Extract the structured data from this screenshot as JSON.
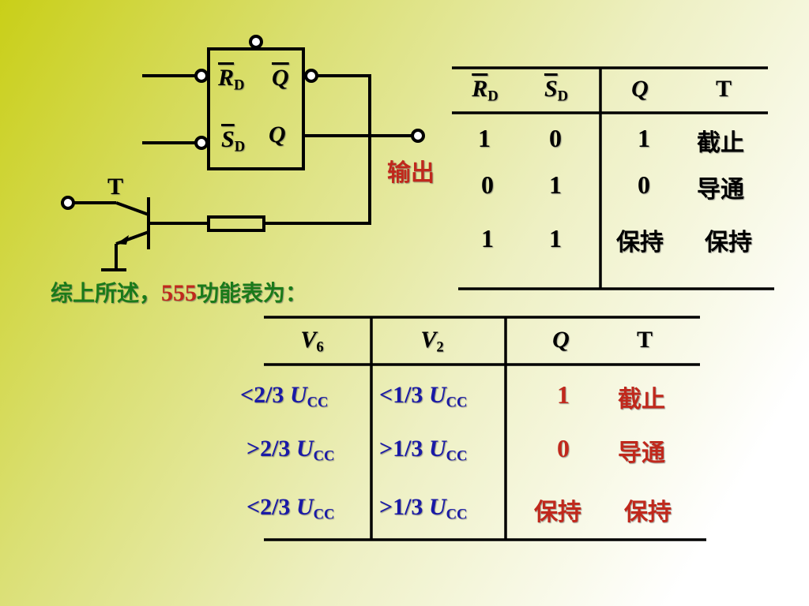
{
  "circuit": {
    "ff_inputs": {
      "rd": {
        "letter": "R",
        "sub": "D"
      },
      "sd": {
        "letter": "S",
        "sub": "D"
      }
    },
    "ff_outputs": {
      "q_bar": "Q",
      "q": "Q"
    },
    "transistor_label": "T",
    "output_label": "输出"
  },
  "table1": {
    "headers": {
      "rd": {
        "letter": "R",
        "sub": "D"
      },
      "sd": {
        "letter": "S",
        "sub": "D"
      },
      "q": "Q",
      "t": "T"
    },
    "rows": [
      {
        "rd": "1",
        "sd": "0",
        "q": "1",
        "t": "截止"
      },
      {
        "rd": "0",
        "sd": "1",
        "q": "0",
        "t": "导通"
      },
      {
        "rd": "1",
        "sd": "1",
        "q": "保持",
        "t": "保持"
      }
    ]
  },
  "summary": {
    "prefix": "综上所述，",
    "number": "555",
    "suffix": "功能表为："
  },
  "table2": {
    "headers": {
      "v6": {
        "letter": "V",
        "sub": "6"
      },
      "v2": {
        "letter": "V",
        "sub": "2"
      },
      "q": "Q",
      "t": "T"
    },
    "rows": [
      {
        "v6_prefix": "<2/3 ",
        "v2_prefix": "<1/3 ",
        "q": "1",
        "t": "截止"
      },
      {
        "v6_prefix": ">2/3 ",
        "v2_prefix": ">1/3 ",
        "q": "0",
        "t": "导通"
      },
      {
        "v6_prefix": "<2/3 ",
        "v2_prefix": ">1/3 ",
        "q": "保持",
        "t": "保持"
      }
    ],
    "ucc": {
      "letter": "U",
      "sub": "CC"
    }
  },
  "colors": {
    "line": "#000000",
    "blue_text": "#1a1aa6",
    "red_text": "#c0281c",
    "green_text": "#1a7a1a",
    "background_start": "#c9cf18",
    "background_end": "#ffffff"
  }
}
